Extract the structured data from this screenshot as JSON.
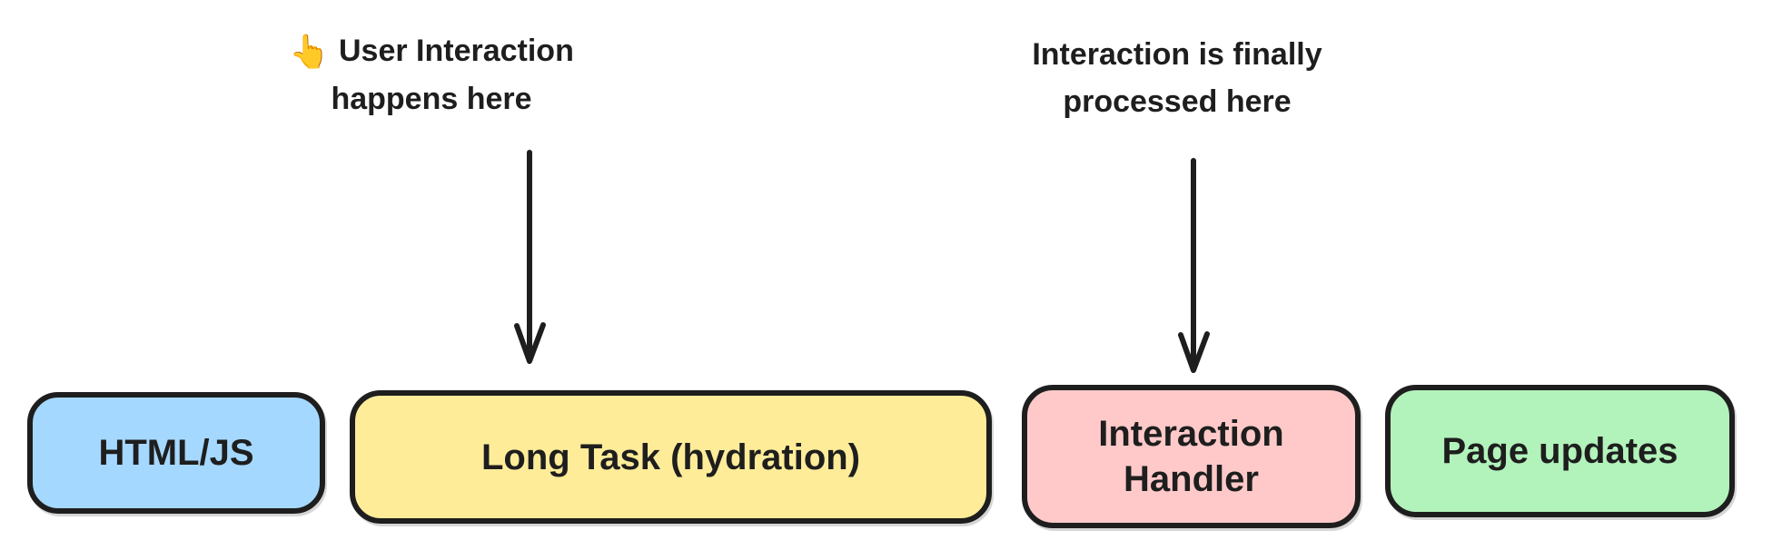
{
  "colors": {
    "background": "#ffffff",
    "stroke": "#1e1e1e",
    "box_blue": "#a5d8ff",
    "box_yellow": "#ffec99",
    "box_pink": "#ffc9c9",
    "box_green": "#b2f2bb"
  },
  "annotations": [
    {
      "emoji": "👆",
      "line1": "User Interaction",
      "line2": "happens here",
      "arrow_target": "Long Task (hydration)"
    },
    {
      "line1": "Interaction is finally",
      "line2": "processed here",
      "arrow_target": "Interaction Handler"
    }
  ],
  "boxes": [
    {
      "label": "HTML/JS",
      "fill": "#a5d8ff"
    },
    {
      "label": "Long Task (hydration)",
      "fill": "#ffec99"
    },
    {
      "label": "Interaction Handler",
      "fill": "#ffc9c9"
    },
    {
      "label": "Page updates",
      "fill": "#b2f2bb"
    }
  ]
}
